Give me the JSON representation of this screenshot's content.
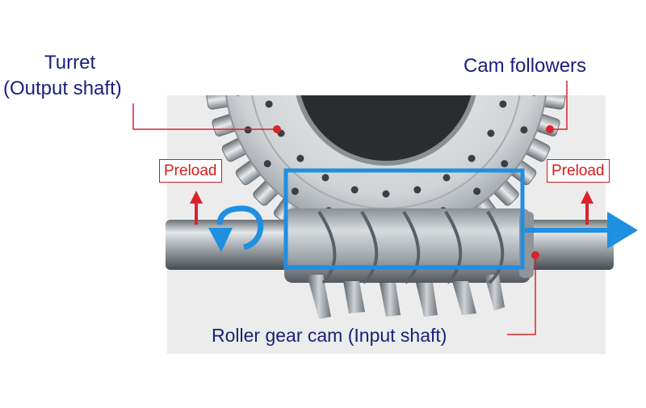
{
  "labels": {
    "turret_line1": "Turret",
    "turret_line2": "(Output shaft)",
    "cam_followers": "Cam followers",
    "roller_gear_cam": "Roller gear cam (Input shaft)",
    "preload_left": "Preload",
    "preload_right": "Preload"
  },
  "colors": {
    "leader_red": "#d9232b",
    "arrow_blue": "#1f8fe0",
    "label_navy": "#1a1f7a",
    "panel_grey": "#ececec",
    "steel": "#b9bfc4"
  }
}
